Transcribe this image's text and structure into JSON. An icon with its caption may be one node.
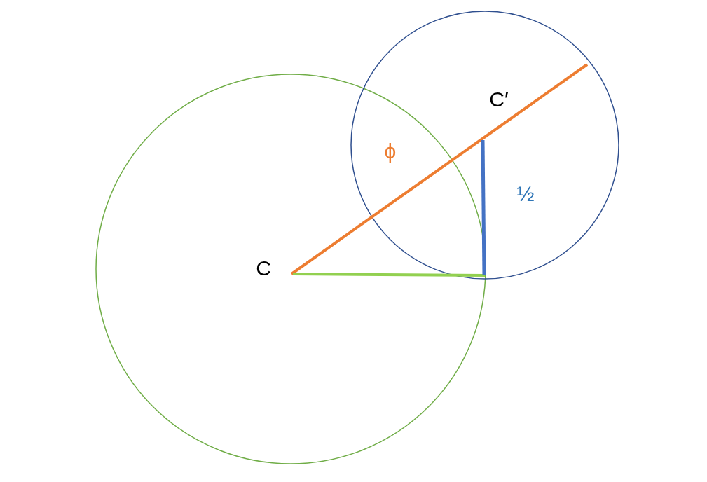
{
  "diagram": {
    "labels": [
      "C′",
      "ϕ",
      "½",
      "C"
    ]
  }
}
